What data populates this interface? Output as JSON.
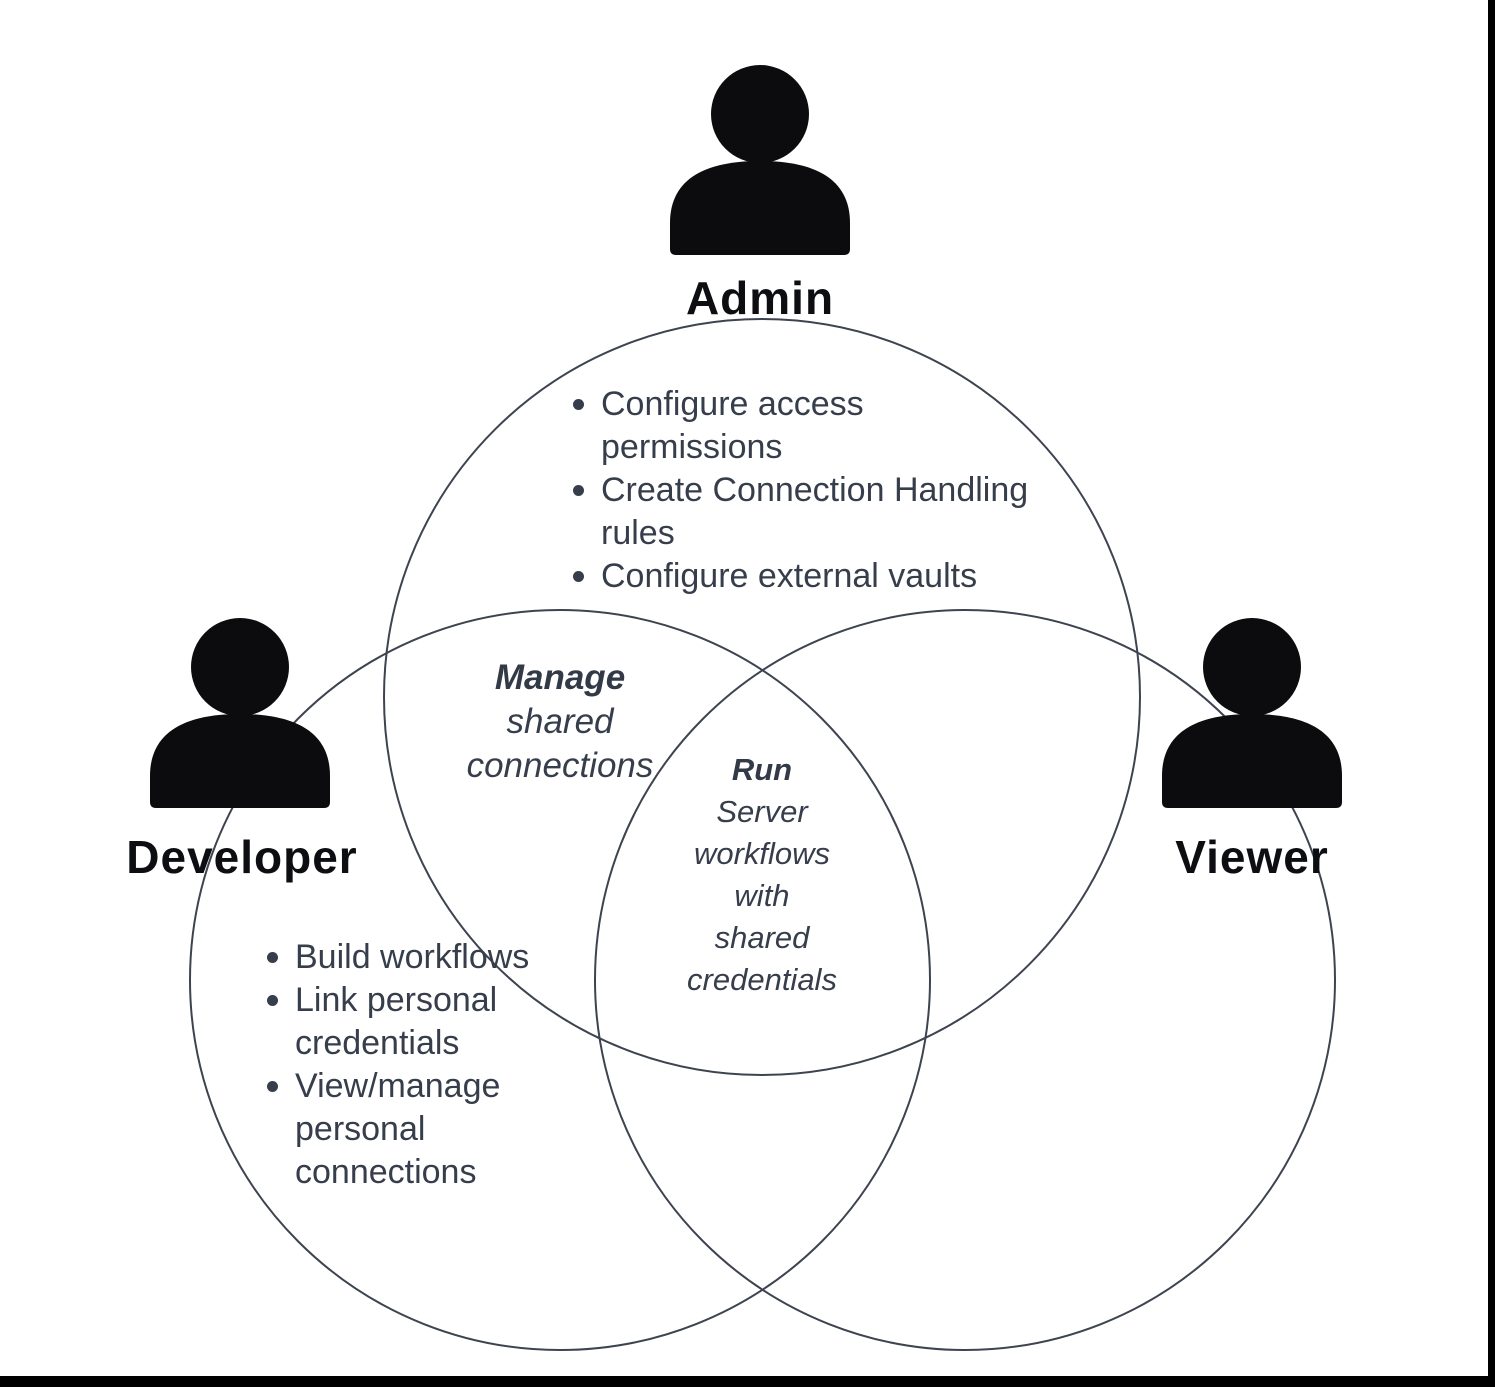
{
  "diagram": {
    "type": "venn",
    "roles": [
      {
        "id": "admin",
        "label": "Admin",
        "icon": "person-icon",
        "capabilities": [
          "Configure access permissions",
          "Create Connection Handling rules",
          "Configure external vaults"
        ]
      },
      {
        "id": "developer",
        "label": "Developer",
        "icon": "person-icon",
        "capabilities": [
          "Build workflows",
          "Link personal credentials",
          "View/manage personal connections"
        ]
      },
      {
        "id": "viewer",
        "label": "Viewer",
        "icon": "person-icon",
        "capabilities": []
      }
    ],
    "overlaps": [
      {
        "id": "admin-developer",
        "lines": [
          "Manage",
          "shared",
          "connections"
        ]
      },
      {
        "id": "developer-viewer",
        "lines": [
          "Run",
          "Server",
          "workflows",
          "with",
          "shared",
          "credentials"
        ]
      }
    ],
    "colors": {
      "background": "#ffffff",
      "body_text": "#373e4b",
      "role_label": "#0d0e12",
      "icon": "#0c0c0e",
      "circle_stroke": "#3d4450",
      "frame": "#000000"
    }
  }
}
